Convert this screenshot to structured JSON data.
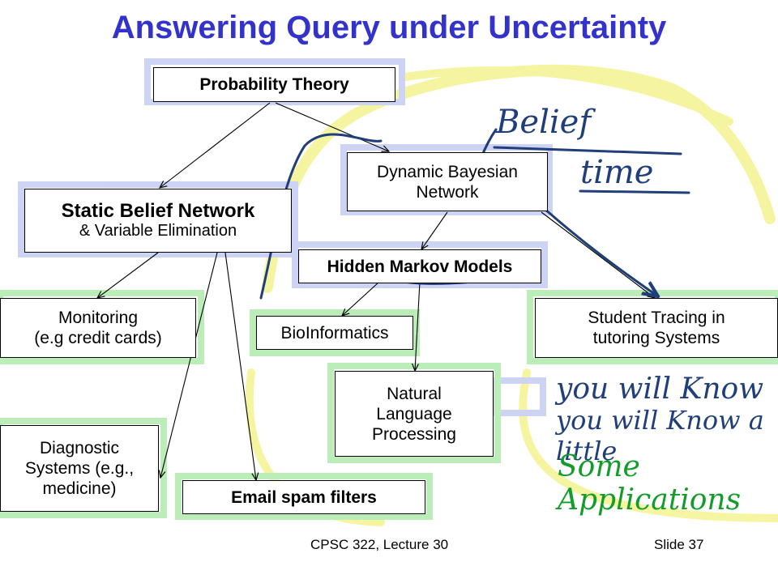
{
  "title": "Answering Query under Uncertainty",
  "nodes": {
    "probability": "Probability Theory",
    "dbn": [
      "Dynamic Bayesian",
      "Network"
    ],
    "static": [
      "Static Belief Network",
      "& Variable Elimination"
    ],
    "hmm": "Hidden Markov Models",
    "monitoring": [
      "Monitoring",
      "(e.g credit cards)"
    ],
    "bio": "BioInformatics",
    "student": [
      "Student Tracing in",
      "tutoring Systems"
    ],
    "nlp": [
      "Natural",
      "Language",
      "Processing"
    ],
    "diagnostic": [
      "Diagnostic",
      "Systems (e.g.,",
      "medicine)"
    ],
    "email": "Email spam filters"
  },
  "annotations": {
    "belief": "Belief",
    "time": "time",
    "legend": [
      "you will Know",
      "you will Know a little",
      "Some Applications"
    ]
  },
  "footer": {
    "course": "CPSC 322, Lecture 30",
    "slide": "Slide 37"
  },
  "colors": {
    "title": "#3333cc",
    "ink": "#1f3e7a",
    "highlight_yellow": "#f2f27a",
    "highlight_blue": "#b8c2ef",
    "highlight_green": "#9ee69a",
    "green_ink": "#139c2a"
  }
}
